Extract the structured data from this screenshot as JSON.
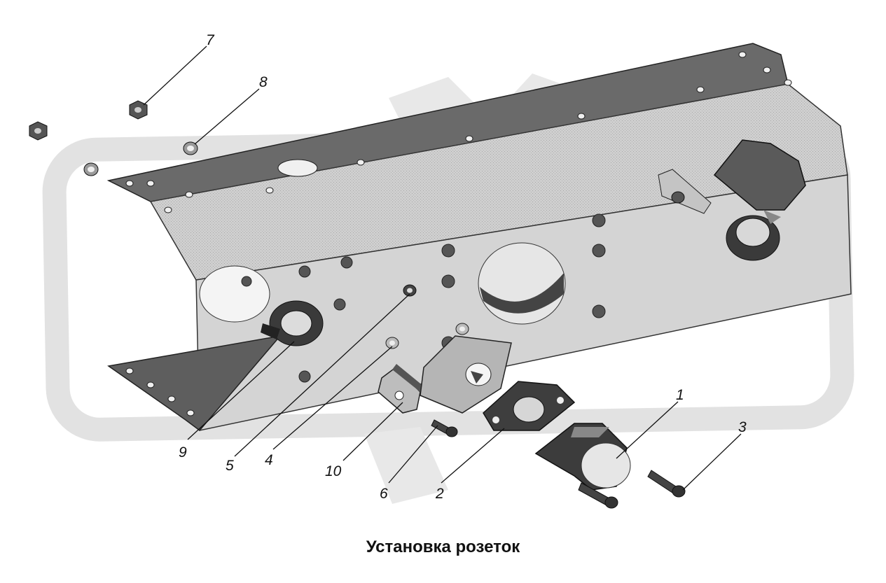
{
  "caption": "Установка розеток",
  "callouts": [
    "1",
    "2",
    "3",
    "4",
    "5",
    "6",
    "7",
    "8",
    "9",
    "10"
  ],
  "colors": {
    "part_fill": "#c9c9c9",
    "part_dark": "#5a5a5a",
    "line": "#111111",
    "watermark": "#e4e4e4"
  }
}
